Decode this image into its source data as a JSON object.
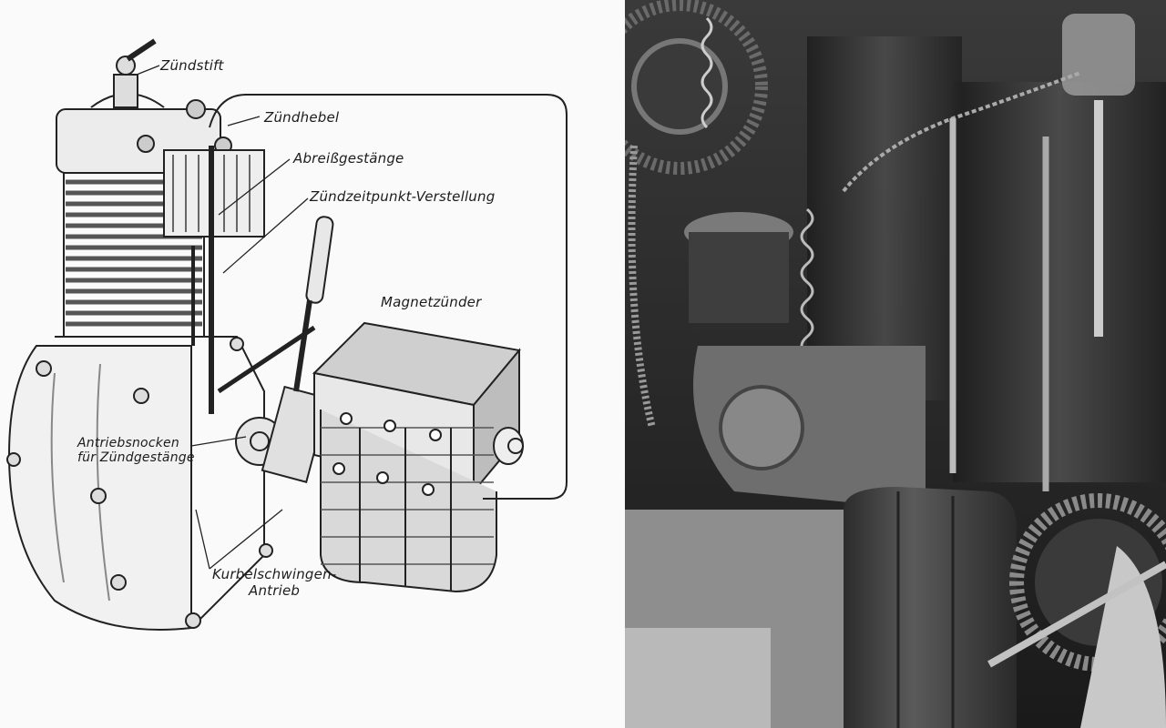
{
  "labels": {
    "zuendstift": "Zündstift",
    "zuendhebel": "Zündhebel",
    "abreissgestaenge": "Abreißgestänge",
    "zuendzeitpunkt": "Zündzeitpunkt-Verstellung",
    "magnetzuender": "Magnetzünder",
    "antriebsnocken_line1": "Antriebsnocken",
    "antriebsnocken_line2": "für Zündgestänge",
    "kurbelschwingen_line1": "Kurbelschwingen-",
    "kurbelschwingen_line2": "Antrieb"
  },
  "colors": {
    "ink": "#1c1c1c",
    "paper": "#fafafa",
    "photo_dark": "#2a2a2a"
  }
}
